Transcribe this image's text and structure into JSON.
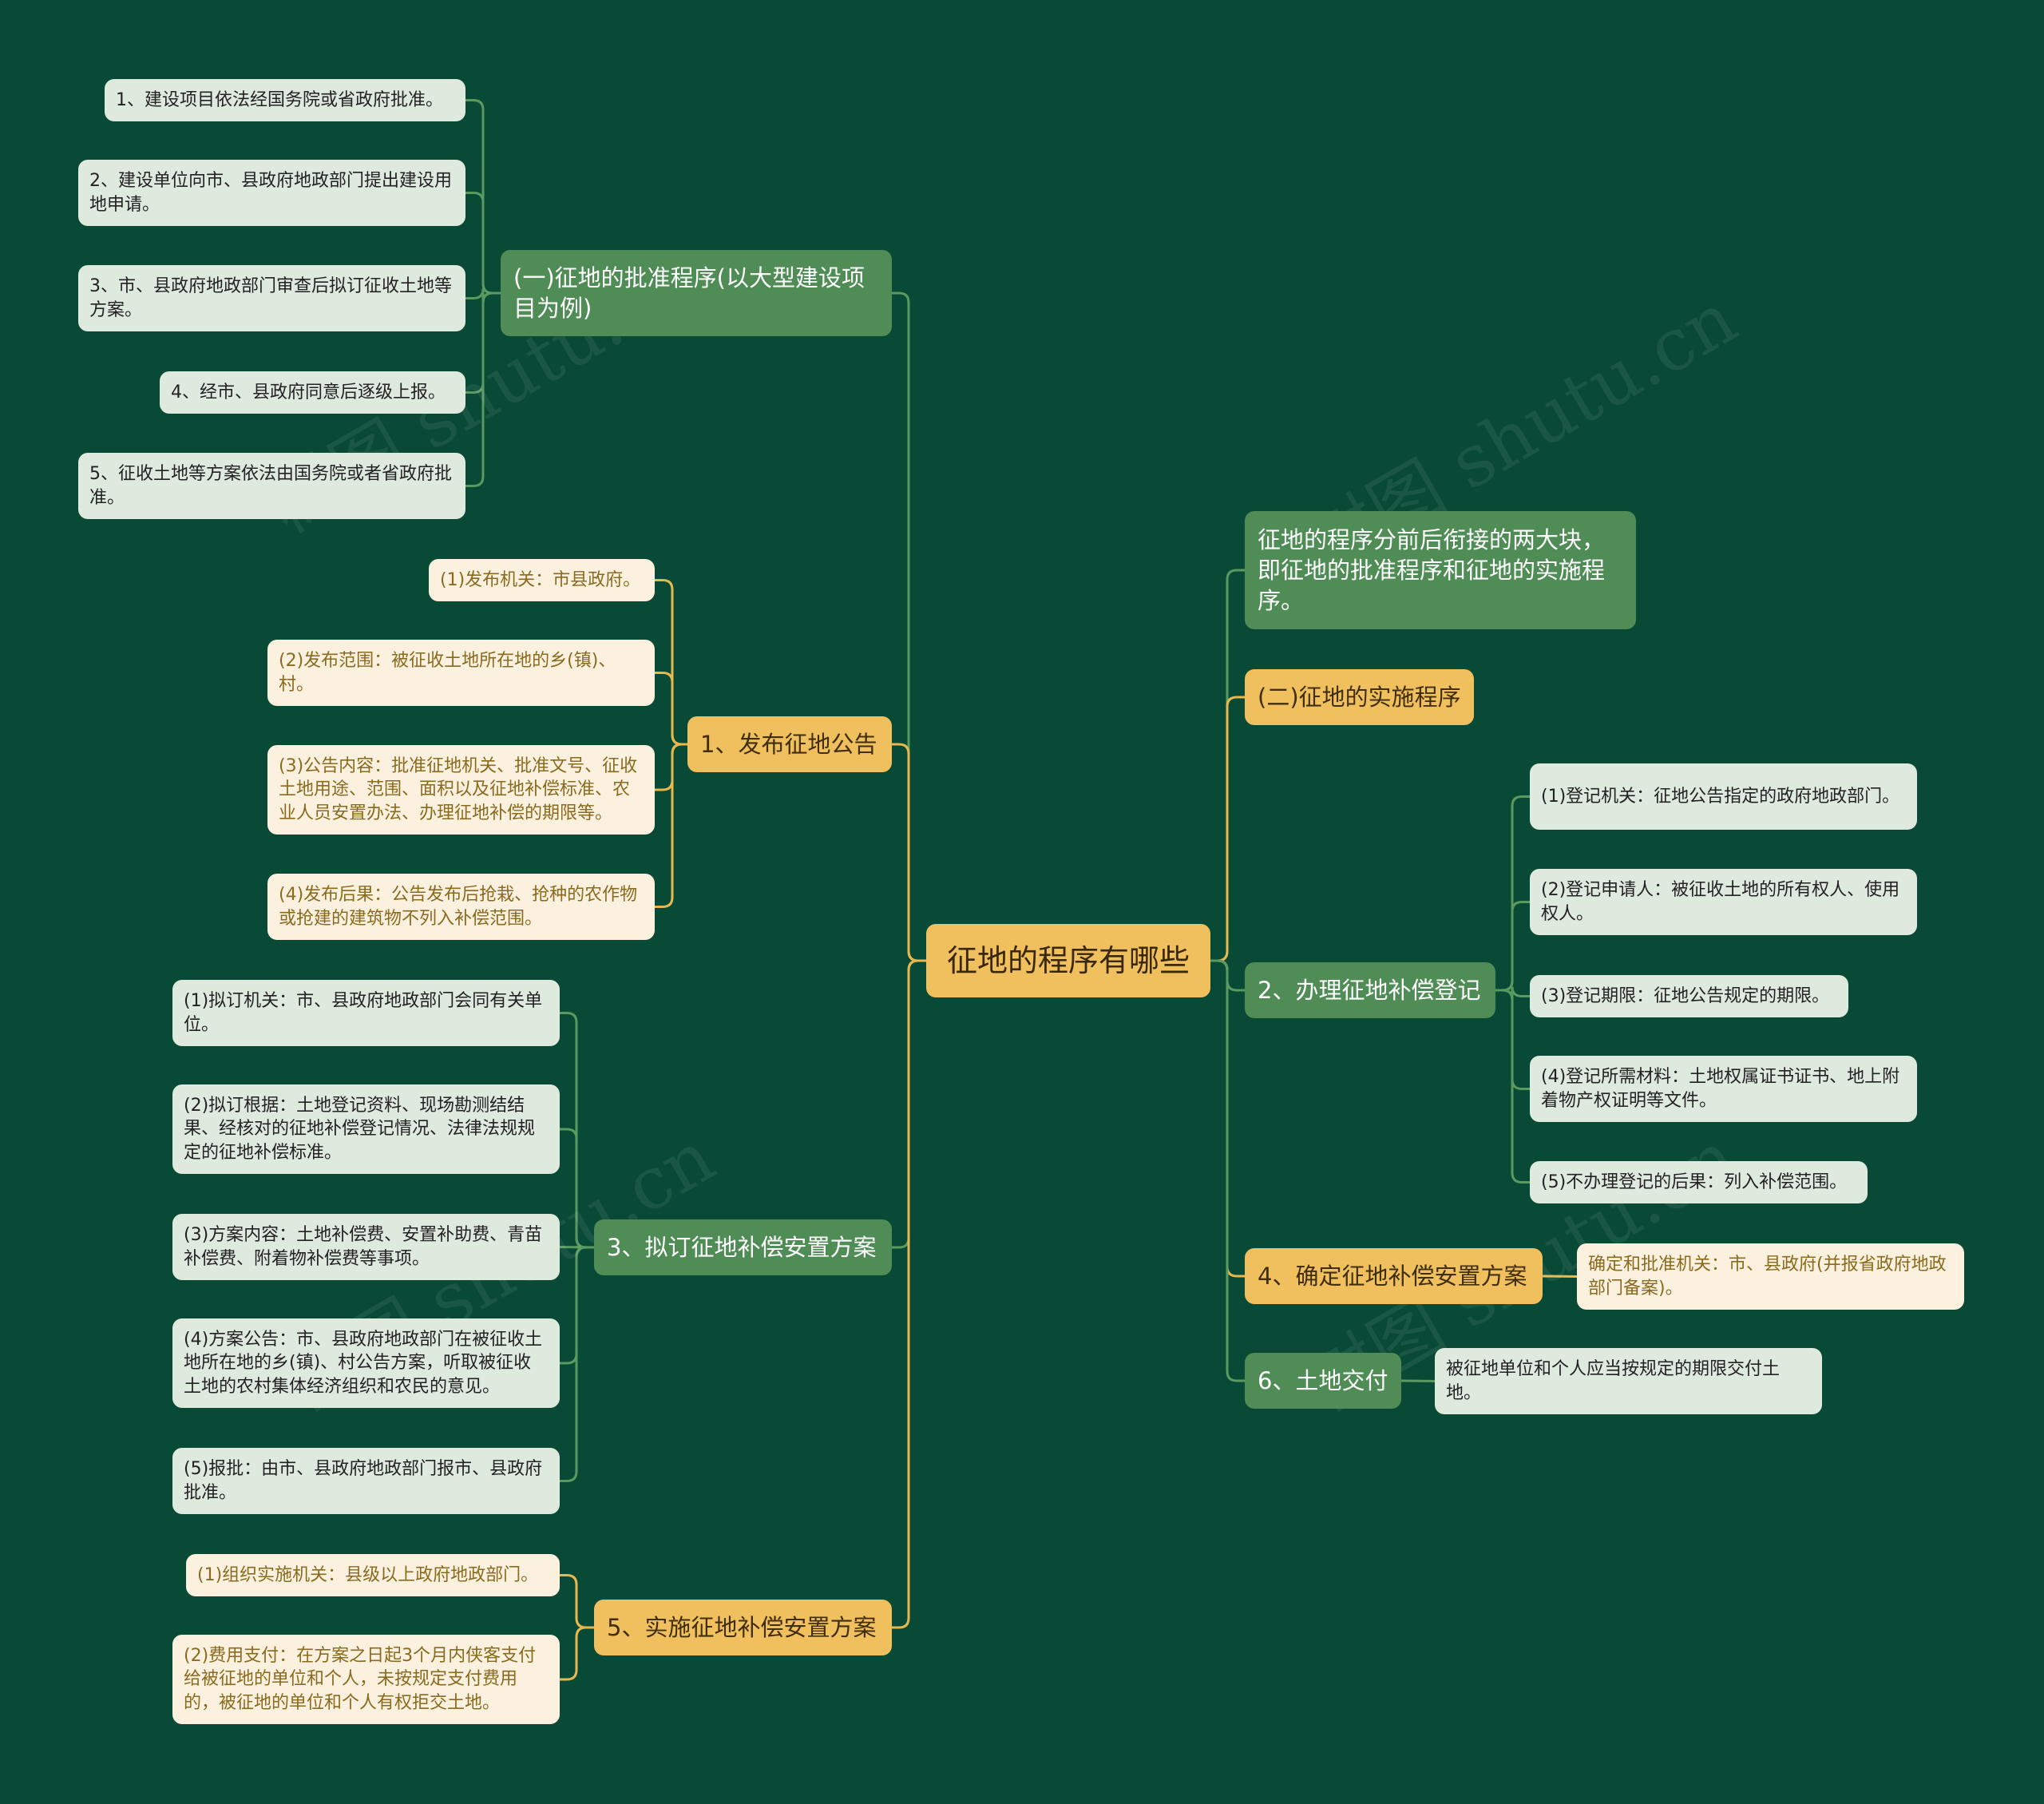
{
  "root": "征地的程序有哪些",
  "left": {
    "approval": {
      "label": "(一)征地的批准程序(以大型建设项目为例)",
      "items": [
        "1、建设项目依法经国务院或省政府批准。",
        "2、建设单位向市、县政府地政部门提出建设用地申请。",
        "3、市、县政府地政部门审查后拟订征收土地等方案。",
        "4、经市、县政府同意后逐级上报。",
        "5、征收土地等方案依法由国务院或者省政府批准。"
      ]
    },
    "announce": {
      "label": "1、发布征地公告",
      "items": [
        "(1)发布机关：市县政府。",
        "(2)发布范围：被征收土地所在地的乡(镇)、村。",
        "(3)公告内容：批准征地机关、批准文号、征收土地用途、范围、面积以及征地补偿标准、农业人员安置办法、办理征地补偿的期限等。",
        "(4)发布后果：公告发布后抢栽、抢种的农作物或抢建的建筑物不列入补偿范围。"
      ]
    },
    "plan": {
      "label": "3、拟订征地补偿安置方案",
      "items": [
        "(1)拟订机关：市、县政府地政部门会同有关单位。",
        "(2)拟订根据：土地登记资料、现场勘测结结果、经核对的征地补偿登记情况、法律法规规定的征地补偿标准。",
        "(3)方案内容：土地补偿费、安置补助费、青苗补偿费、附着物补偿费等事项。",
        "(4)方案公告：市、县政府地政部门在被征收土地所在地的乡(镇)、村公告方案，听取被征收土地的农村集体经济组织和农民的意见。",
        "(5)报批：由市、县政府地政部门报市、县政府批准。"
      ]
    },
    "implement": {
      "label": "5、实施征地补偿安置方案",
      "items": [
        "(1)组织实施机关：县级以上政府地政部门。",
        "(2)费用支付：在方案之日起3个月内侠客支付给被征地的单位和个人，未按规定支付费用的，被征地的单位和个人有权拒交土地。"
      ]
    }
  },
  "right": {
    "intro": "征地的程序分前后衔接的两大块，即征地的批准程序和征地的实施程序。",
    "implementation": "(二)征地的实施程序",
    "register": {
      "label": "2、办理征地补偿登记",
      "items": [
        "(1)登记机关：征地公告指定的政府地政部门。",
        "(2)登记申请人：被征收土地的所有权人、使用权人。",
        "(3)登记期限：征地公告规定的期限。",
        "(4)登记所需材料：土地权属证书证书、地上附着物产权证明等文件。",
        "(5)不办理登记的后果：列入补偿范围。"
      ]
    },
    "confirm": {
      "label": "4、确定征地补偿安置方案",
      "item": "确定和批准机关：市、县政府(并报省政府地政部门备案)。"
    },
    "handover": {
      "label": "6、土地交付",
      "item": "被征地单位和个人应当按规定的期限交付土地。"
    }
  },
  "watermark": "树图 shutu.cn",
  "colors": {
    "background": "#084a36",
    "green_branch": "#4f8c56",
    "yellow_branch": "#f0bf5e",
    "green_leaf": "#dfeadf",
    "yellow_leaf": "#fbf1de",
    "green_line": "#5a9a60",
    "yellow_line": "#e8b84e"
  }
}
